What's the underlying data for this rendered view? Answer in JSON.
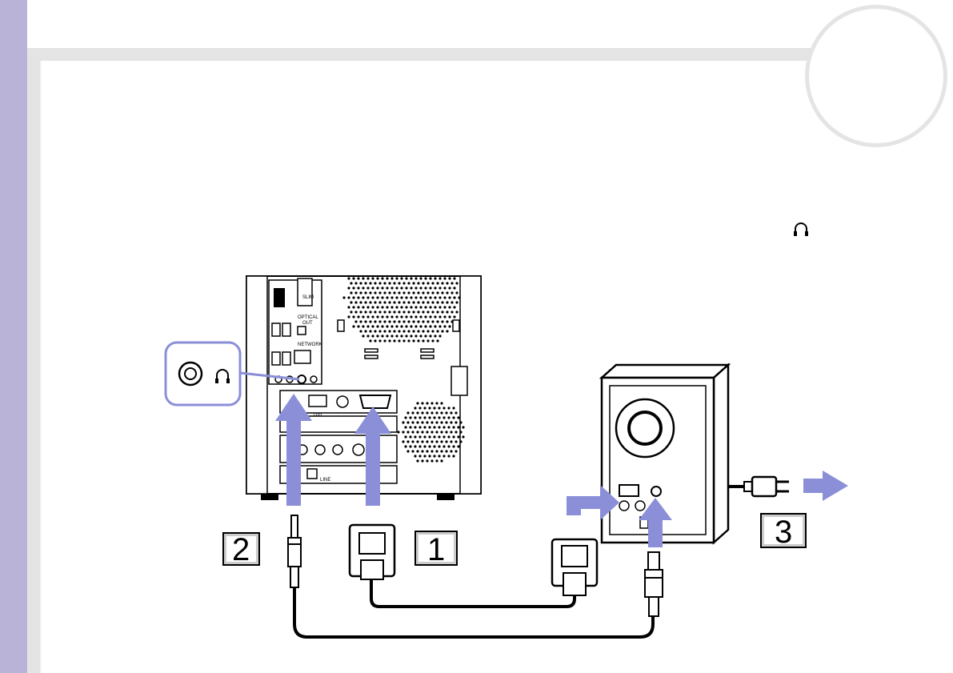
{
  "figure": {
    "callouts": [
      {
        "id": "1",
        "label": "1"
      },
      {
        "id": "2",
        "label": "2"
      },
      {
        "id": "3",
        "label": "3"
      }
    ],
    "port_labels": {
      "dvi": "DVI",
      "optical_out": "OPTICAL\nOUT",
      "network": "NETWORK",
      "line": "LINE"
    },
    "colors": {
      "sidebar": "#b9b3d8",
      "arrow": "#8b8fd8",
      "callout_frame": "#8b8fd8",
      "chrome": "#e4e4e4"
    },
    "icons": [
      "headphone-icon"
    ]
  }
}
